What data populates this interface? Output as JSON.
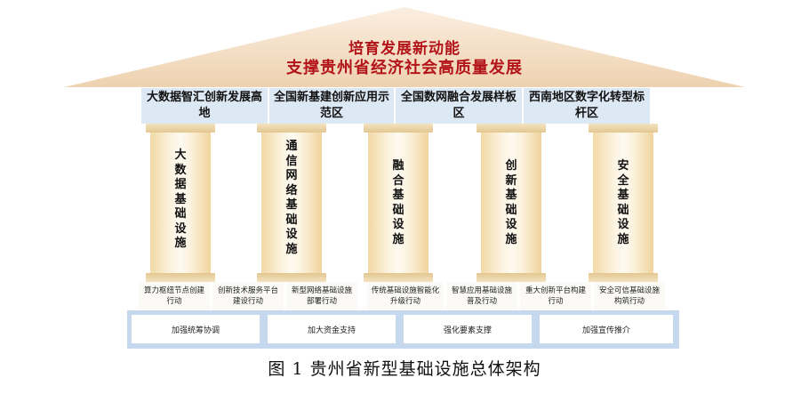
{
  "roof": {
    "line1": "培育发展新动能",
    "line2": "支撑贵州省经济社会高质量发展",
    "color": "#b3141a"
  },
  "zones": [
    "大数据智汇创新发展高地",
    "全国新基建创新应用示范区",
    "全国数网融合发展样板区",
    "西南地区数字化转型标杆区"
  ],
  "pillars": [
    "大数据基础设施",
    "通信网络基础设施",
    "融合基础设施",
    "创新基础设施",
    "安全基础设施"
  ],
  "actions": [
    "算力枢纽节点创建行动",
    "创新技术服务平台建设行动",
    "新型网络基础设施部署行动",
    "传统基础设施智能化升级行动",
    "智慧应用基础设施普及行动",
    "重大创新平台构建行动",
    "安全可信基础设施构筑行动"
  ],
  "supports": [
    "加强统筹协调",
    "加大资金支持",
    "强化要素支撑",
    "加强宣传推介"
  ],
  "caption": "图 1  贵州省新型基础设施总体架构"
}
